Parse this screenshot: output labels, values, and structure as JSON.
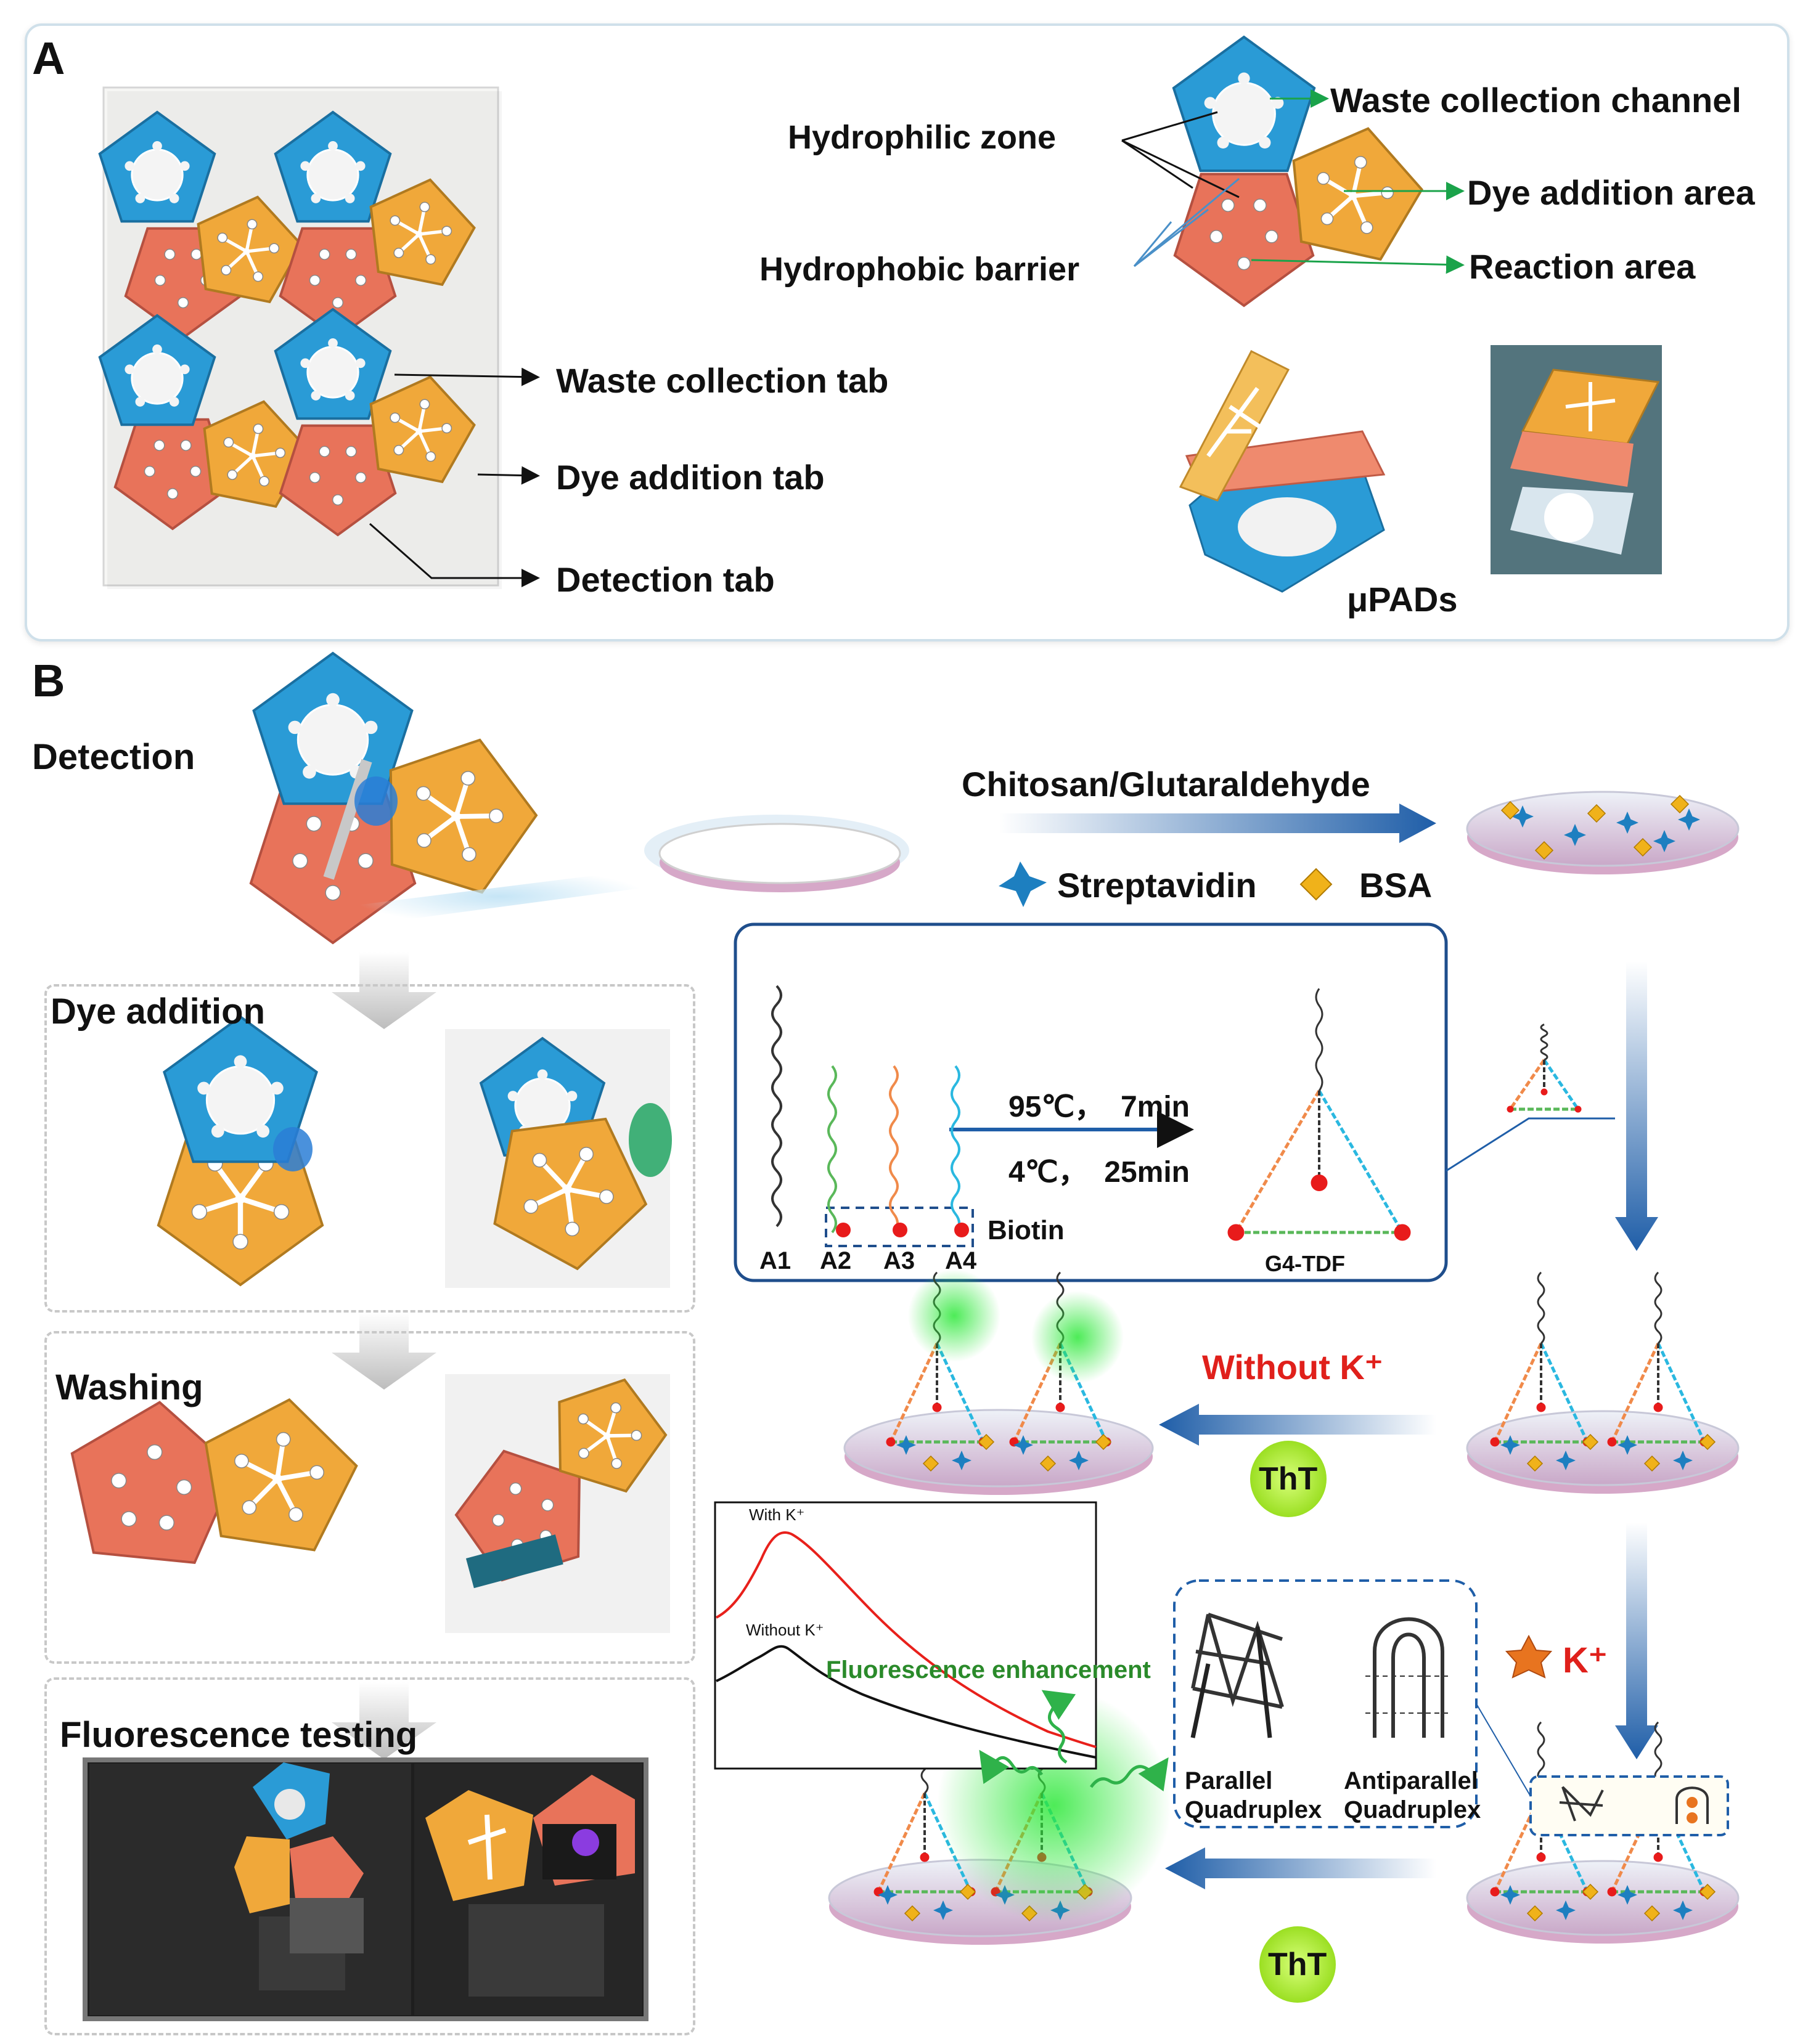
{
  "panel_a": {
    "label": "A",
    "zone_labels": {
      "hydrophilic": "Hydrophilic zone",
      "hydrophobic": "Hydrophobic barrier",
      "waste_channel": "Waste collection channel",
      "dye_area": "Dye addition area",
      "reaction_area": "Reaction area"
    },
    "tab_labels": {
      "waste": "Waste collection tab",
      "dye": "Dye addition tab",
      "detection": "Detection tab"
    },
    "device_label": "μPADs"
  },
  "panel_b": {
    "label": "B",
    "steps": [
      "Detection",
      "Dye addition",
      "Washing",
      "Fluorescence testing"
    ],
    "coating_label": "Chitosan/Glutaraldehyde",
    "legend": {
      "streptavidin": "Streptavidin",
      "bsa": "BSA"
    },
    "assembly": {
      "condition_1": "95℃，  7min",
      "condition_2": "4℃，  25min",
      "biotin": "Biotin",
      "strands": [
        "A1",
        "A2",
        "A3",
        "A4"
      ],
      "product": "G4-TDF"
    },
    "without_k": "Without K⁺",
    "tht": "ThT",
    "k_ion": "K⁺",
    "quadruplex": {
      "parallel": [
        "Parallel",
        "Quadruplex"
      ],
      "antiparallel": [
        "Antiparallel",
        "Quadruplex"
      ]
    },
    "spectrum": {
      "with_k": "With K⁺",
      "without_k": "Without K⁺",
      "annotation": "Fluorescence enhancement"
    }
  },
  "colors": {
    "blue_tab": "#2a9bd6",
    "orange_tab": "#f0a83a",
    "red_tab": "#e8735a",
    "arrow_blue": "#1f5ea8",
    "red_text": "#e0201b",
    "green_text": "#2a8a2a",
    "tht_green": "#b6f03a"
  }
}
